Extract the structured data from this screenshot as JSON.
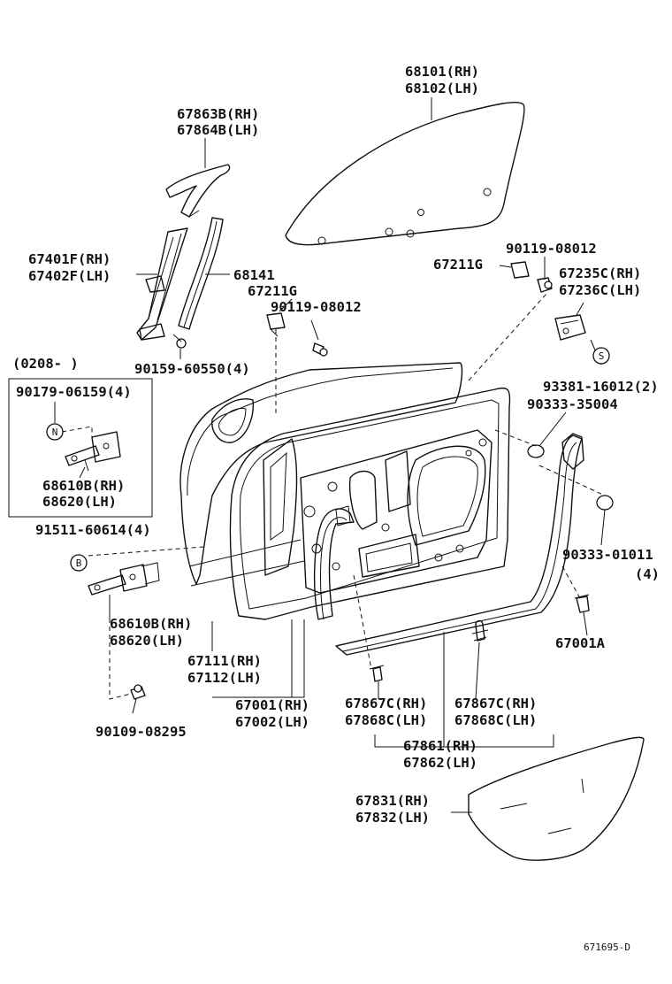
{
  "labels": {
    "l68101": "68101(RH)",
    "l68102": "68102(LH)",
    "l67863": "67863B(RH)",
    "l67864": "67864B(LH)",
    "l67401": "67401F(RH)",
    "l67402": "67402F(LH)",
    "l68141": "68141",
    "l67211a": "67211G",
    "l90119a": "90119-08012",
    "l90159": "90159-60550(4)",
    "l0208": "(0208-      )",
    "l90179": "90179-06159(4)",
    "l68610a": "68610B(RH)",
    "l68620a": "68620(LH)",
    "l90119b": "90119-08012",
    "l67211b": "67211G",
    "l67235": "67235C(RH)",
    "l67236": "67236C(LH)",
    "l93381": "93381-16012(2)",
    "l90333a": "90333-35004",
    "l91511": "91511-60614(4)",
    "l90333b": "90333-01011",
    "l90333b_qty": "(4)",
    "l68610b": "68610B(RH)",
    "l68620b": "68620(LH)",
    "l67111": "67111(RH)",
    "l67112": "67112(LH)",
    "l67001A": "67001A",
    "l67867a": "67867C(RH)",
    "l67868a": "67868C(LH)",
    "l67867b": "67867C(RH)",
    "l67868b": "67868C(LH)",
    "l67001": "67001(RH)",
    "l67002": "67002(LH)",
    "l90109": "90109-08295",
    "l67861": "67861(RH)",
    "l67862": "67862(LH)",
    "l67831": "67831(RH)",
    "l67832": "67832(LH)",
    "code": "671695-D"
  },
  "markers": {
    "n": "N",
    "b": "B",
    "s": "S"
  }
}
